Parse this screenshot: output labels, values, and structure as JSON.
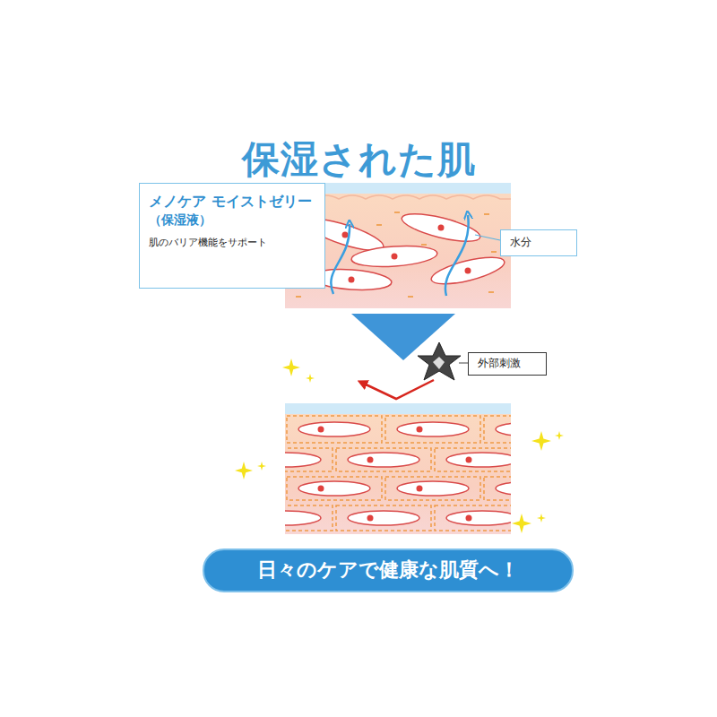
{
  "diagram": {
    "title": "保湿された肌",
    "nodes": [
      {
        "text": [
          "メノケア モイストゼリー",
          "（保湿液）",
          "肌のバリア機能をサポート"
        ]
      },
      {
        "text": [
          "水分"
        ]
      },
      {
        "text": [
          "外部刺激"
        ]
      },
      {
        "text": [
          "日々のケアで健康な肌質へ！"
        ]
      }
    ]
  }
}
